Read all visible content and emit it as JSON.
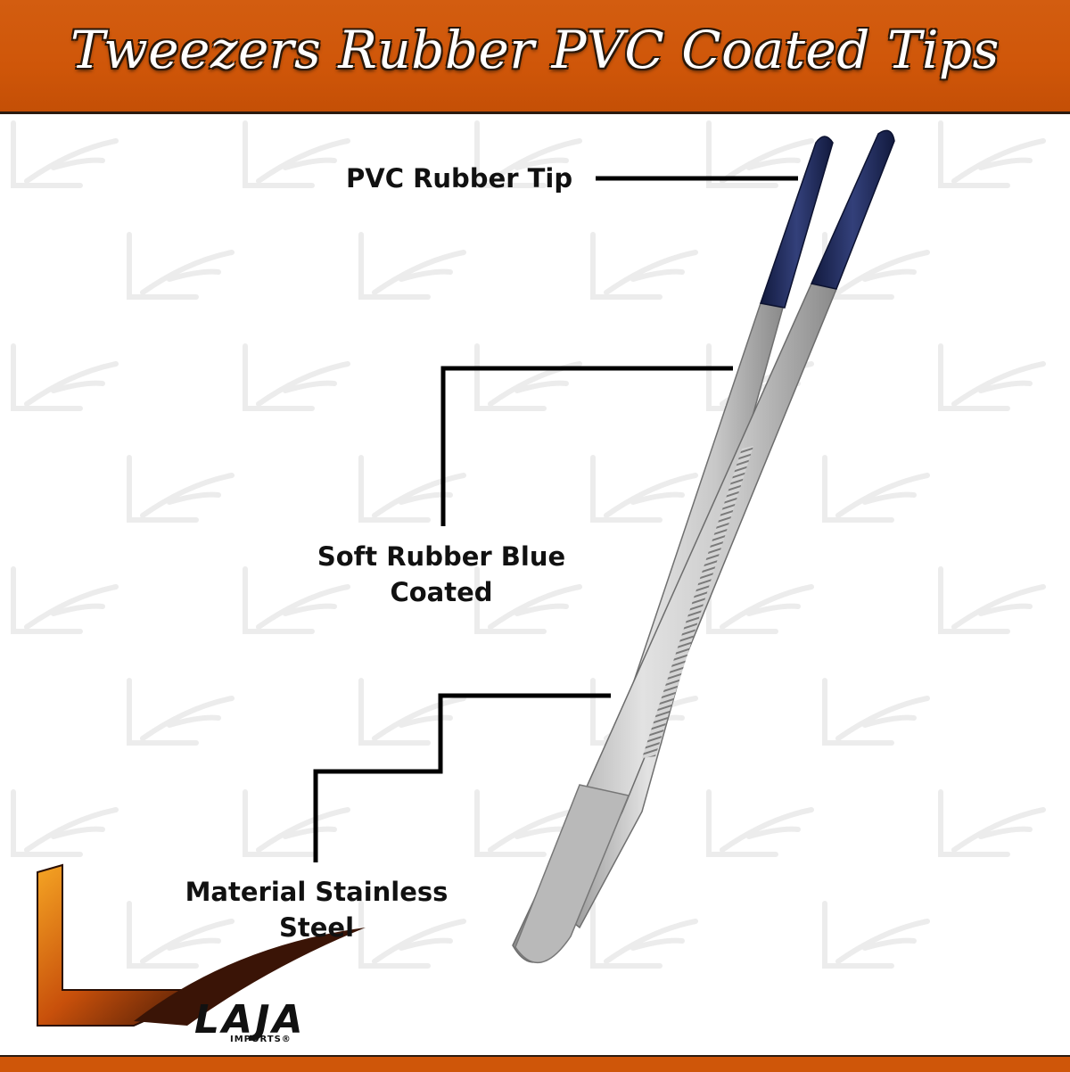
{
  "header": {
    "title": "Tweezers Rubber PVC Coated Tips"
  },
  "callouts": {
    "tip": "PVC Rubber Tip",
    "coated_line1": "Soft Rubber Blue",
    "coated_line2": "Coated",
    "material_line1": "Material Stainless",
    "material_line2": "Steel"
  },
  "logo": {
    "brand": "LAJA",
    "sub": "IMPORTS®"
  },
  "colors": {
    "banner": "#cf5609",
    "rubber_tip": "#1e2a5e",
    "steel": "#c4c4c4"
  }
}
